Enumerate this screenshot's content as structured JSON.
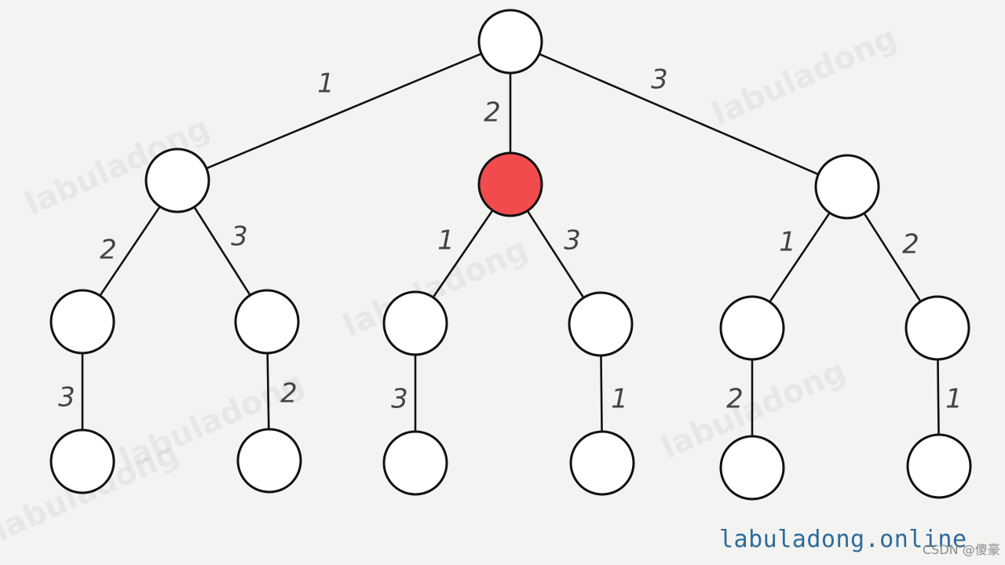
{
  "diagram": {
    "nodes": [
      {
        "id": "root",
        "highlight": false
      },
      {
        "id": "n1",
        "highlight": false
      },
      {
        "id": "n2",
        "highlight": true
      },
      {
        "id": "n3",
        "highlight": false
      },
      {
        "id": "n1a",
        "highlight": false
      },
      {
        "id": "n1b",
        "highlight": false
      },
      {
        "id": "n2a",
        "highlight": false
      },
      {
        "id": "n2b",
        "highlight": false
      },
      {
        "id": "n3a",
        "highlight": false
      },
      {
        "id": "n3b",
        "highlight": false
      },
      {
        "id": "n1a_leaf",
        "highlight": false
      },
      {
        "id": "n1b_leaf",
        "highlight": false
      },
      {
        "id": "n2a_leaf",
        "highlight": false
      },
      {
        "id": "n2b_leaf",
        "highlight": false
      },
      {
        "id": "n3a_leaf",
        "highlight": false
      },
      {
        "id": "n3b_leaf",
        "highlight": false
      }
    ],
    "edges": [
      {
        "from": "root",
        "to": "n1",
        "label": "1"
      },
      {
        "from": "root",
        "to": "n2",
        "label": "2"
      },
      {
        "from": "root",
        "to": "n3",
        "label": "3"
      },
      {
        "from": "n1",
        "to": "n1a",
        "label": "2"
      },
      {
        "from": "n1",
        "to": "n1b",
        "label": "3"
      },
      {
        "from": "n2",
        "to": "n2a",
        "label": "1"
      },
      {
        "from": "n2",
        "to": "n2b",
        "label": "3"
      },
      {
        "from": "n3",
        "to": "n3a",
        "label": "1"
      },
      {
        "from": "n3",
        "to": "n3b",
        "label": "2"
      },
      {
        "from": "n1a",
        "to": "n1a_leaf",
        "label": "3"
      },
      {
        "from": "n1b",
        "to": "n1b_leaf",
        "label": "2"
      },
      {
        "from": "n2a",
        "to": "n2a_leaf",
        "label": "3"
      },
      {
        "from": "n2b",
        "to": "n2b_leaf",
        "label": "1"
      },
      {
        "from": "n3a",
        "to": "n3a_leaf",
        "label": "2"
      },
      {
        "from": "n3b",
        "to": "n3b_leaf",
        "label": "1"
      }
    ],
    "highlight_color": "#f24b4e",
    "node_color": "#ffffff",
    "line_color": "#111111"
  },
  "watermark": {
    "text": "labuladong"
  },
  "footer": {
    "site": "labuladong.online",
    "credit": "CSDN @傻豪"
  }
}
